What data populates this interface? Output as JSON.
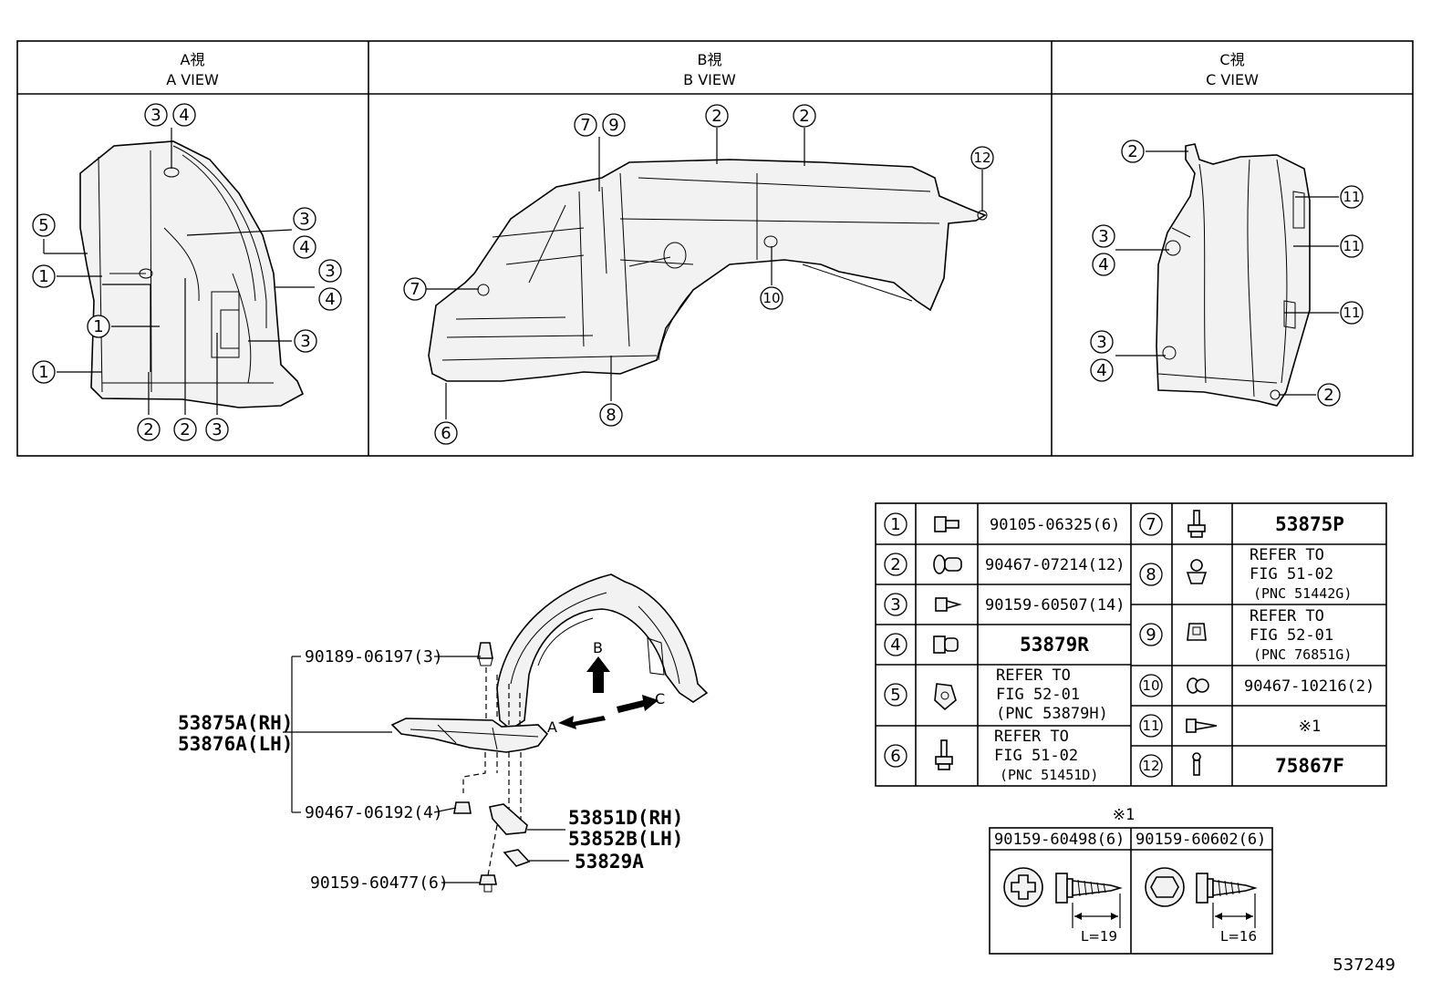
{
  "views": [
    {
      "jp": "A視",
      "en": "A VIEW"
    },
    {
      "jp": "B視",
      "en": "B VIEW"
    },
    {
      "jp": "C視",
      "en": "C VIEW"
    }
  ],
  "callouts": {
    "a": [
      "3",
      "4",
      "5",
      "1",
      "1",
      "1",
      "3",
      "4",
      "3",
      "4",
      "3",
      "2",
      "2",
      "3"
    ],
    "b": [
      "7",
      "9",
      "2",
      "2",
      "12",
      "7",
      "10",
      "8",
      "6"
    ],
    "c": [
      "2",
      "11",
      "3",
      "4",
      "11",
      "11",
      "3",
      "4",
      "2"
    ]
  },
  "assembly": {
    "p1": "90189-06197(3)",
    "p2": "53875A(RH)",
    "p3": "53876A(LH)",
    "p4": "90467-06192(4)",
    "p5": "90159-60477(6)",
    "p6": "53851D(RH)",
    "p7": "53852B(LH)",
    "p8": "53829A",
    "arrow_a": "A",
    "arrow_b": "B",
    "arrow_c": "C"
  },
  "legend": [
    {
      "no": "1",
      "icon": "hex-bolt-icon",
      "lines": [
        "90105-06325(6)"
      ],
      "bold": false
    },
    {
      "no": "2",
      "icon": "clip-icon",
      "lines": [
        "90467-07214(12)"
      ],
      "bold": false
    },
    {
      "no": "3",
      "icon": "screw-icon",
      "lines": [
        "90159-60507(14)"
      ],
      "bold": false
    },
    {
      "no": "4",
      "icon": "nut-icon",
      "lines": [
        "53879R"
      ],
      "bold": true
    },
    {
      "no": "5",
      "icon": "retainer-icon",
      "lines": [
        "REFER TO",
        "FIG 52-01",
        "(PNC 53879H)"
      ],
      "bold": false
    },
    {
      "no": "6",
      "icon": "flange-bolt-icon",
      "lines": [
        "REFER TO",
        "FIG 51-02",
        "(PNC 51451D)"
      ],
      "bold": false
    },
    {
      "no": "7",
      "icon": "flange-bolt-icon",
      "lines": [
        "53875P"
      ],
      "bold": true
    },
    {
      "no": "8",
      "icon": "push-clip-icon",
      "lines": [
        "REFER TO",
        "FIG 51-02",
        "(PNC 51442G)"
      ],
      "bold": false
    },
    {
      "no": "9",
      "icon": "square-clip-icon",
      "lines": [
        "REFER TO",
        "FIG 52-01",
        "(PNC 76851G)"
      ],
      "bold": false
    },
    {
      "no": "10",
      "icon": "grommet-icon",
      "lines": [
        "90467-10216(2)"
      ],
      "bold": false
    },
    {
      "no": "11",
      "icon": "tapping-screw-icon",
      "lines": [
        "※1"
      ],
      "bold": false
    },
    {
      "no": "12",
      "icon": "pin-icon",
      "lines": [
        "75867F"
      ],
      "bold": true
    }
  ],
  "note": {
    "mark": "※1",
    "left_part": "90159-60498(6)",
    "right_part": "90159-60602(6)",
    "left_len": "L=19",
    "right_len": "L=16"
  },
  "figure_id": "537249"
}
